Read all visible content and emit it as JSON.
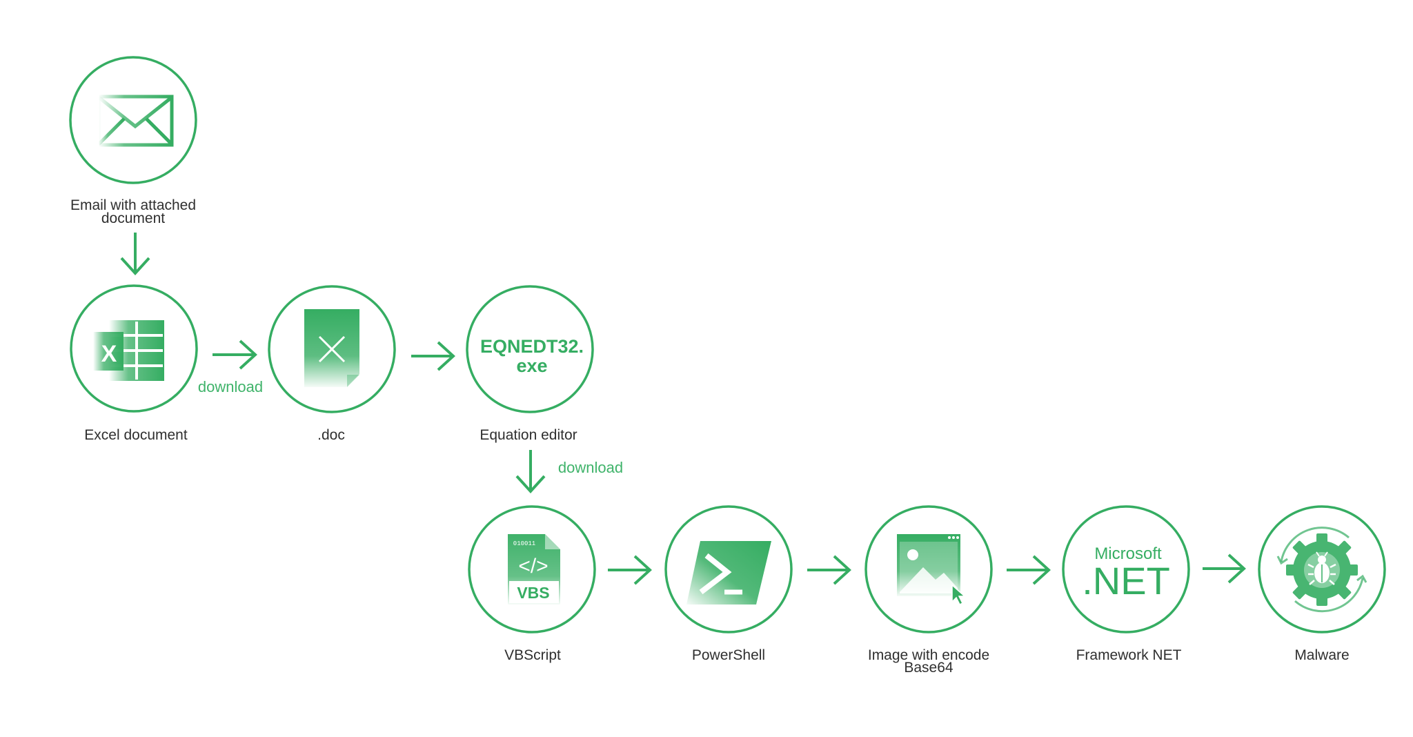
{
  "colors": {
    "accent": "#35ad62",
    "text": "#2f2f2f",
    "background": "#ffffff"
  },
  "nodes": {
    "email": {
      "label_line1": "Email with attached",
      "label_line2": "document",
      "icon": "envelope-icon"
    },
    "excel": {
      "label": "Excel document",
      "icon": "excel-icon"
    },
    "doc": {
      "label": ".doc",
      "icon": "doc-file-icon"
    },
    "equation": {
      "label": "Equation editor",
      "icon_text_line1": "EQNEDT32.",
      "icon_text_line2": "exe"
    },
    "vbscript": {
      "label": "VBScript",
      "icon": "vbs-file-icon",
      "icon_binary": "010011",
      "icon_code": "</>",
      "icon_badge": "VBS"
    },
    "powershell": {
      "label": "PowerShell",
      "icon": "powershell-icon"
    },
    "image": {
      "label_line1": "Image with encode",
      "label_line2": "Base64",
      "icon": "image-window-icon"
    },
    "dotnet": {
      "label": "Framework NET",
      "icon_text_line1": "Microsoft",
      "icon_text_line2": ".NET"
    },
    "malware": {
      "label": "Malware",
      "icon": "bug-gear-icon"
    }
  },
  "edges": {
    "excel_to_doc": {
      "label": "download"
    },
    "equation_to_vbscript": {
      "label": "download"
    }
  }
}
